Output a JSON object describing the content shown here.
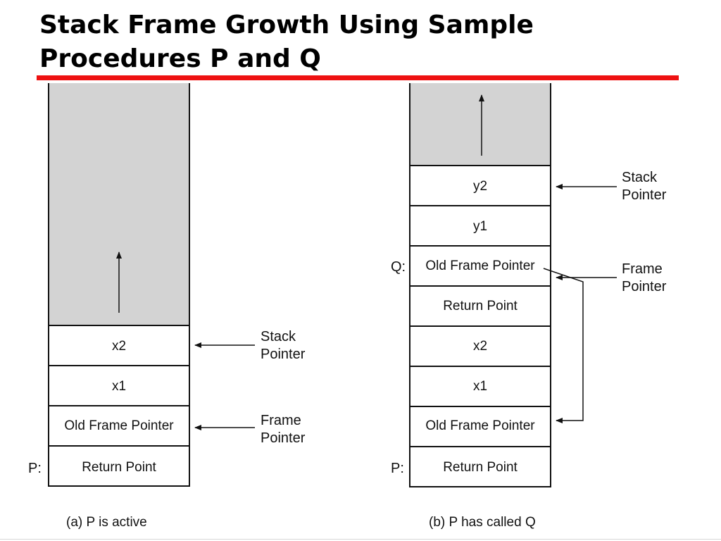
{
  "slide": {
    "title_line1": "Stack Frame Growth Using Sample",
    "title_line2": "Procedures P and Q",
    "accent_color": "#ee1111"
  },
  "diagram_a": {
    "cells_top_to_bottom": [
      "x2",
      "x1",
      "Old Frame Pointer",
      "Return Point"
    ],
    "procedure_label": "P:",
    "stack_pointer_label": [
      "Stack",
      "Pointer"
    ],
    "frame_pointer_label": [
      "Frame",
      "Pointer"
    ],
    "caption": "(a) P is active",
    "free_area_color": "#d3d3d3"
  },
  "diagram_b": {
    "cells_top_to_bottom": [
      "y2",
      "y1",
      "Old Frame Pointer",
      "Return Point",
      "x2",
      "x1",
      "Old Frame Pointer",
      "Return Point"
    ],
    "q_label": "Q:",
    "p_label": "P:",
    "stack_pointer_label": [
      "Stack",
      "Pointer"
    ],
    "frame_pointer_label": [
      "Frame",
      "Pointer"
    ],
    "caption": "(b) P has called Q",
    "free_area_color": "#d3d3d3"
  }
}
